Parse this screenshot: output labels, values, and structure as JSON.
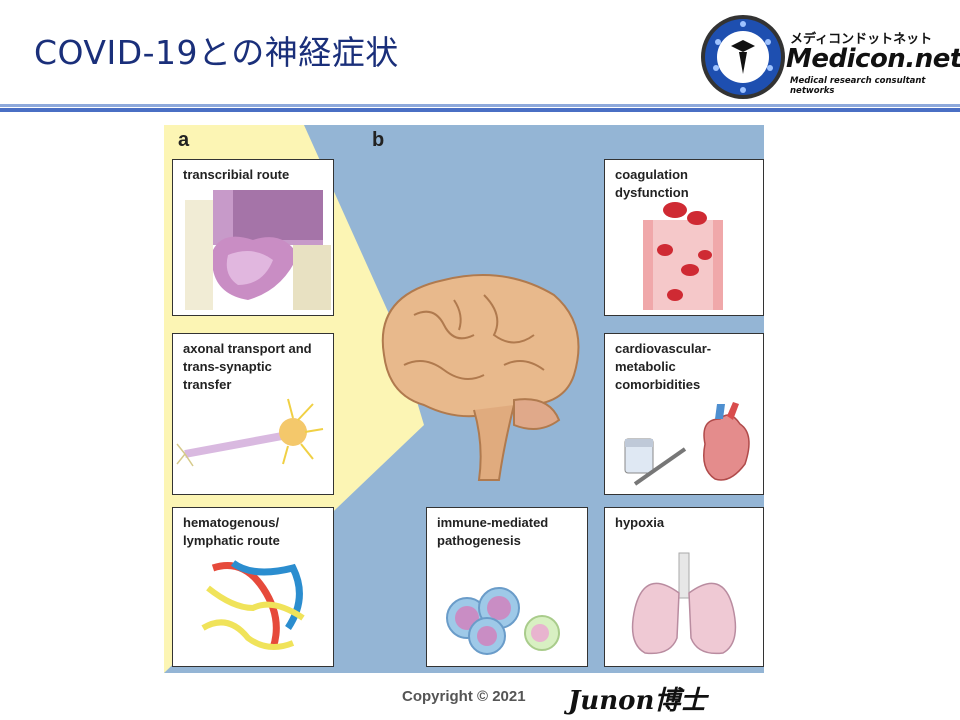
{
  "header": {
    "title": "COVID-19との神経症状",
    "logo": {
      "icon": "medicon-badge-icon",
      "jp_name": "メディコンドットネット",
      "name": "Medicon.net",
      "tagline": "Medical research consultant networks"
    }
  },
  "figure": {
    "section_a": "a",
    "section_b": "b",
    "panels": {
      "transcribial": "transcribial route",
      "axonal": "axonal transport and\ntrans-synaptic\ntransfer",
      "hematogenous": "hematogenous/\nlymphatic route",
      "immune": "immune-mediated\npathogenesis",
      "coagulation": "coagulation\ndysfunction",
      "cardio": "cardiovascular-\nmetabolic\ncomorbidities",
      "hypoxia": "hypoxia"
    },
    "colors": {
      "panel_a_bg": "#fcf5b4",
      "panel_b_bg": "#94b5d5",
      "brain": "#e8b98c"
    }
  },
  "footer": {
    "copyright": "Copyright © 2021",
    "signature": "Junon博士"
  }
}
